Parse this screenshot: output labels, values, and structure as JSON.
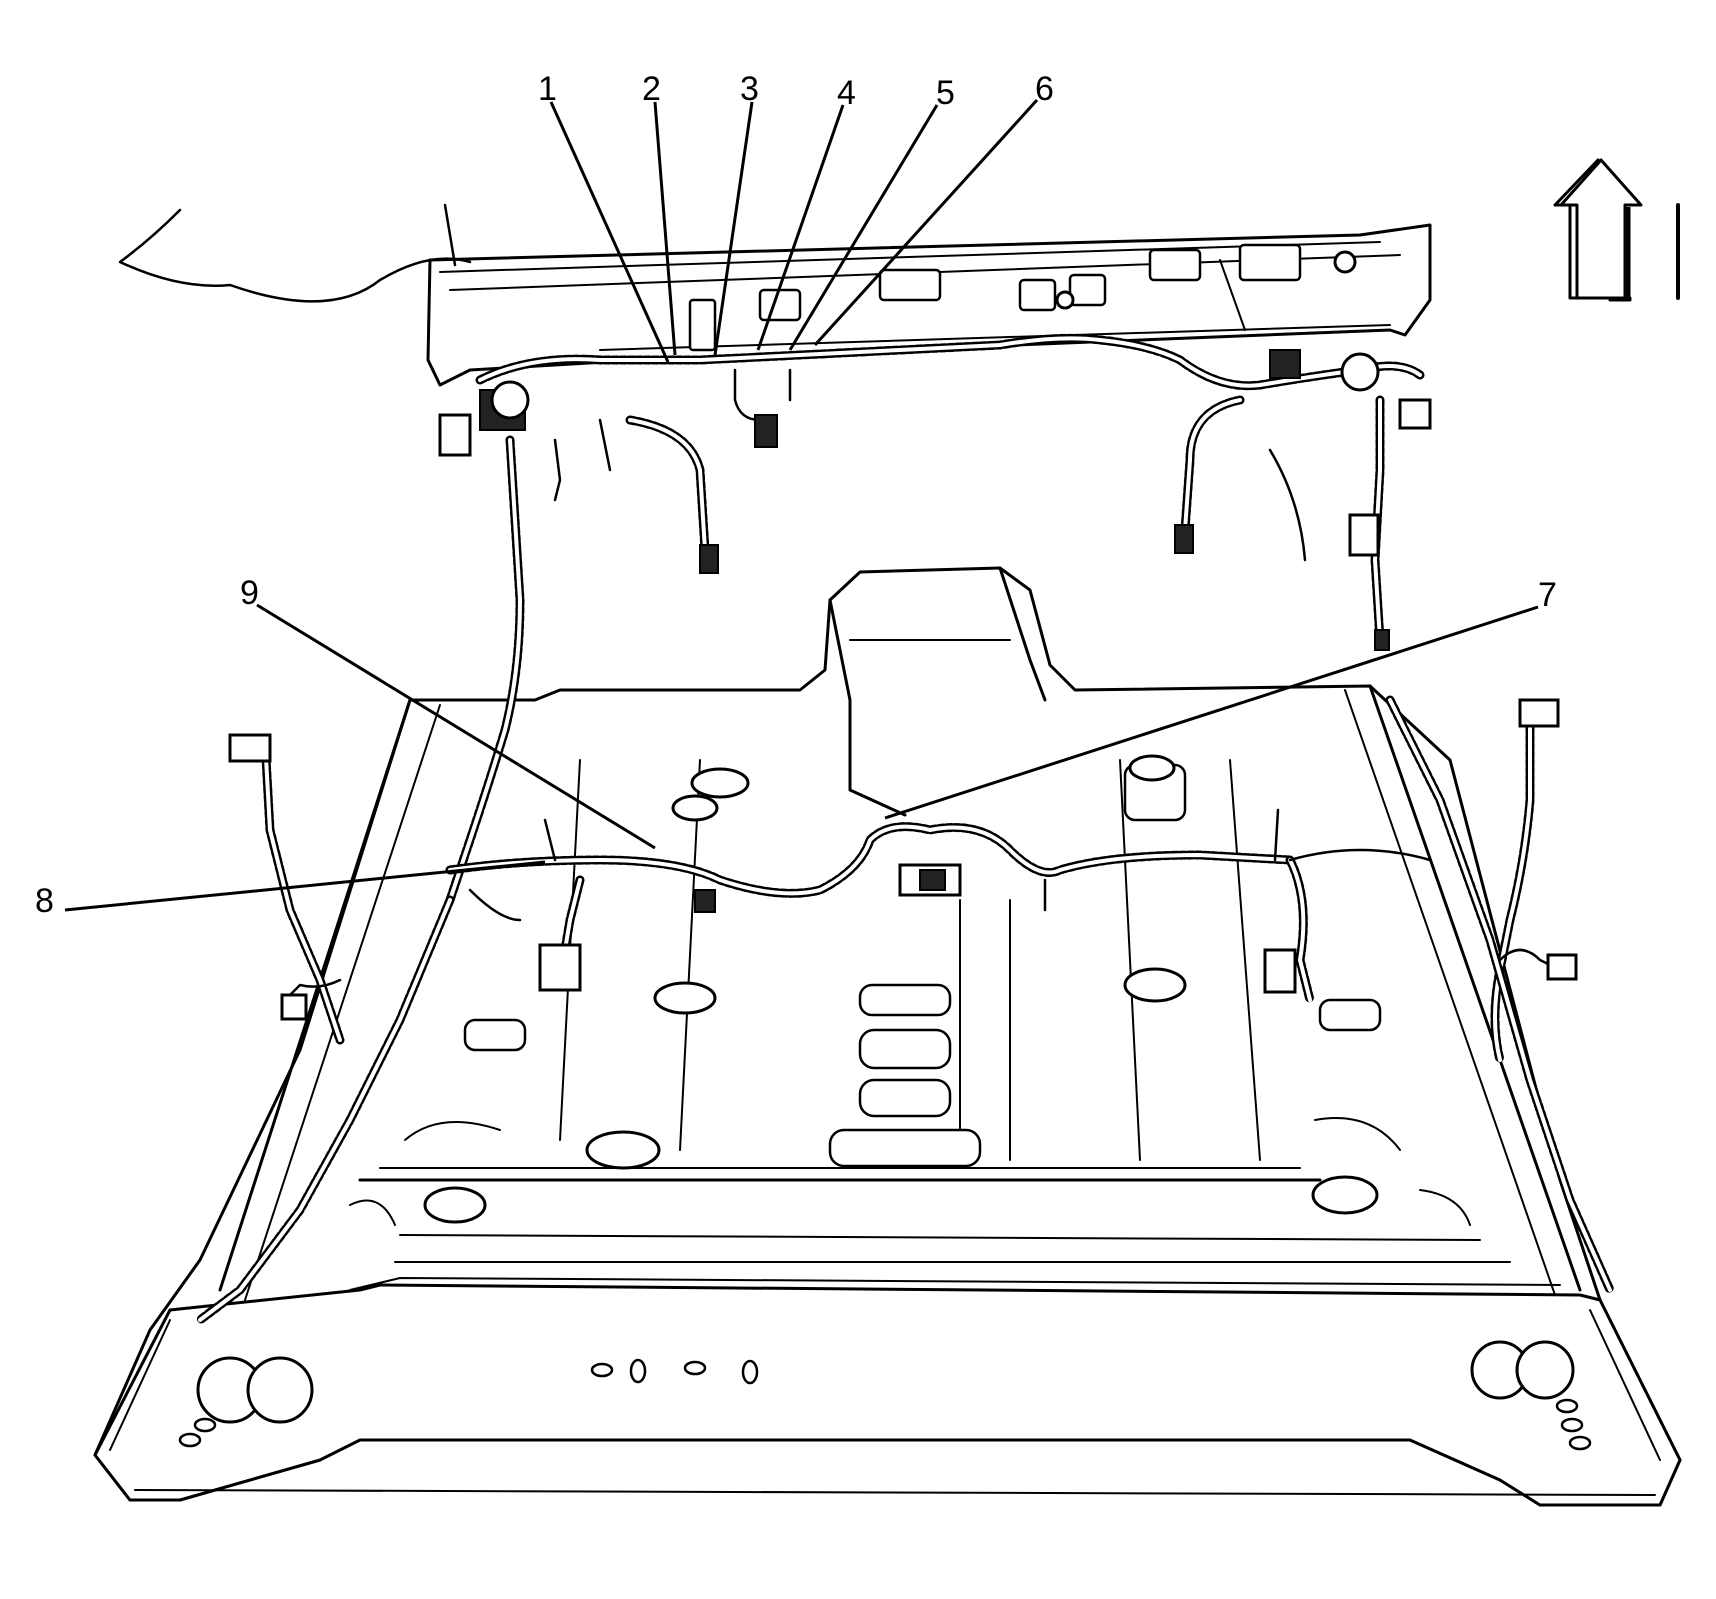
{
  "callouts": [
    {
      "id": "1",
      "label": "1"
    },
    {
      "id": "2",
      "label": "2"
    },
    {
      "id": "3",
      "label": "3"
    },
    {
      "id": "4",
      "label": "4"
    },
    {
      "id": "5",
      "label": "5"
    },
    {
      "id": "6",
      "label": "6"
    },
    {
      "id": "7",
      "label": "7"
    },
    {
      "id": "8",
      "label": "8"
    },
    {
      "id": "9",
      "label": "9"
    }
  ],
  "icons": {
    "direction_arrow": "forward-arrow-icon"
  },
  "colors": {
    "line": "#000000",
    "background": "#ffffff"
  }
}
